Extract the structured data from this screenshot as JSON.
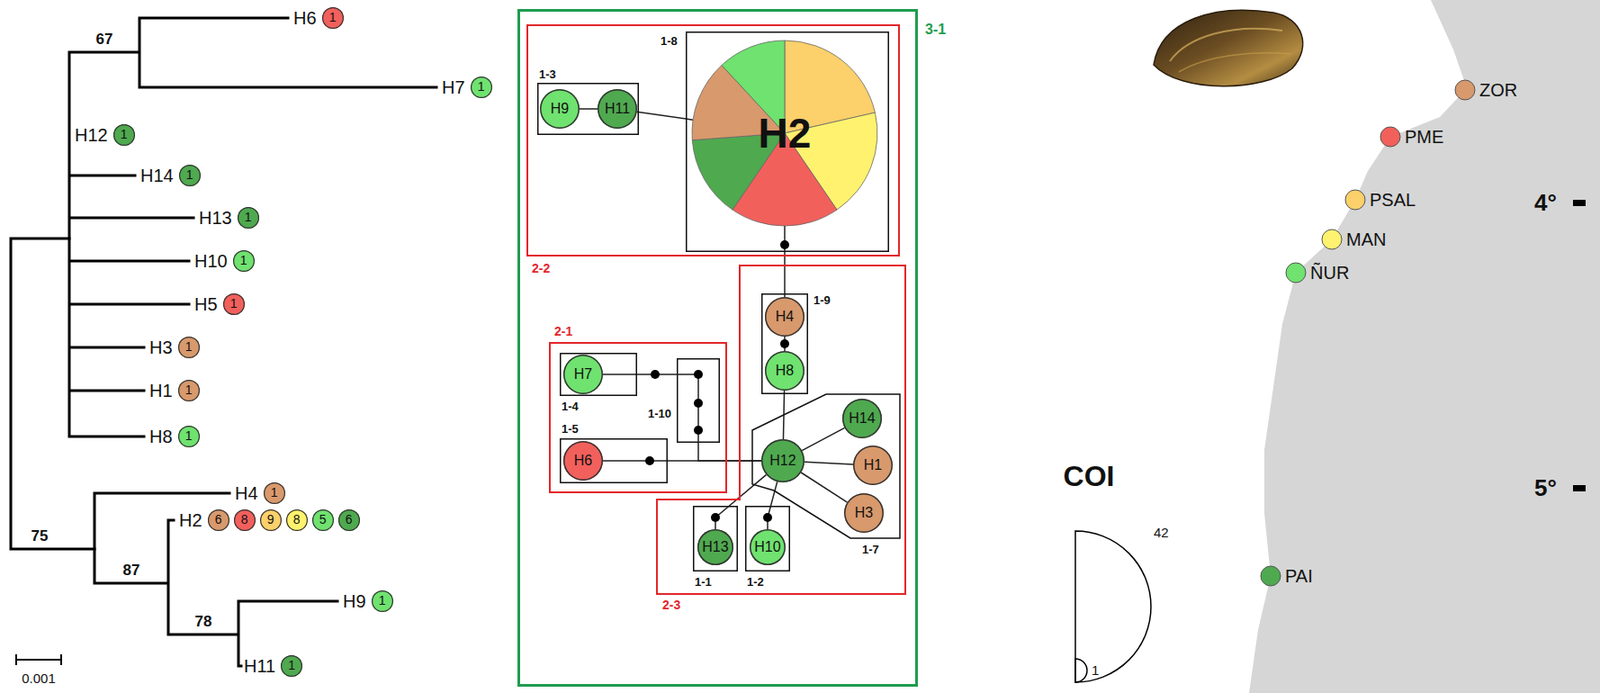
{
  "diagram": {
    "nodes": [
      {
        "text": [
          "1"
        ]
      },
      {
        "text": [
          "1"
        ]
      },
      {
        "text": [
          "1"
        ]
      },
      {
        "text": [
          "1"
        ]
      },
      {
        "text": [
          "1"
        ]
      },
      {
        "text": [
          "1"
        ]
      },
      {
        "text": [
          "1"
        ]
      },
      {
        "text": [
          "1"
        ]
      },
      {
        "text": [
          "1"
        ]
      },
      {
        "text": [
          "1"
        ]
      },
      {
        "text": [
          "1"
        ]
      },
      {
        "text": [
          "6"
        ]
      },
      {
        "text": [
          "8"
        ]
      },
      {
        "text": [
          "9"
        ]
      },
      {
        "text": [
          "8"
        ]
      },
      {
        "text": [
          "5"
        ]
      },
      {
        "text": [
          "6"
        ]
      },
      {
        "text": [
          "1"
        ]
      },
      {
        "text": [
          "1"
        ]
      },
      {
        "text": [
          "3-1"
        ]
      },
      {
        "text": [
          "2-2"
        ],
        "in": 19
      },
      {
        "text": [
          "1-3"
        ],
        "in": 20
      },
      {
        "text": [
          "H9"
        ],
        "in": 21
      },
      {
        "text": [
          "H11"
        ],
        "in": 21
      },
      {
        "text": [
          "1-8"
        ],
        "in": 20
      },
      {
        "text": [
          "H2"
        ],
        "in": 24
      },
      {
        "text": [
          "2-1"
        ],
        "in": 19
      },
      {
        "text": [
          "1-4"
        ],
        "in": 26
      },
      {
        "text": [
          "H7"
        ],
        "in": 27
      },
      {
        "text": [
          "1-10"
        ],
        "in": 26
      },
      {
        "text": [
          "1-5"
        ],
        "in": 26
      },
      {
        "text": [
          "H6"
        ],
        "in": 30
      },
      {
        "text": [
          "2-3"
        ],
        "in": 19
      },
      {
        "text": [
          "1-9"
        ],
        "in": 32
      },
      {
        "text": [
          "H4"
        ],
        "in": 33
      },
      {
        "text": [
          "H8"
        ],
        "in": 33
      },
      {
        "text": [
          "1-7"
        ],
        "in": 32
      },
      {
        "text": [
          "H12"
        ],
        "in": 36
      },
      {
        "text": [
          "H14"
        ],
        "in": 36
      },
      {
        "text": [
          "H1"
        ],
        "in": 36
      },
      {
        "text": [
          "H3"
        ],
        "in": 36
      },
      {
        "text": [
          "1-1"
        ],
        "in": 32
      },
      {
        "text": [
          "H13"
        ],
        "in": 41
      },
      {
        "text": [
          "1-2"
        ],
        "in": 32
      },
      {
        "text": [
          "H10"
        ],
        "in": 43
      }
    ],
    "edges": [
      {
        "from": 22,
        "to": 23,
        "arrow": "none"
      },
      {
        "from": 23,
        "to": 25,
        "arrow": "none"
      },
      {
        "from": 25,
        "to": 34,
        "arrow": "none"
      },
      {
        "from": 34,
        "to": 35,
        "arrow": "none"
      },
      {
        "from": 35,
        "to": 37,
        "arrow": "none"
      },
      {
        "from": 37,
        "to": 38,
        "arrow": "none"
      },
      {
        "from": 37,
        "to": 39,
        "arrow": "none"
      },
      {
        "from": 37,
        "to": 40,
        "arrow": "none"
      },
      {
        "from": 37,
        "to": 42,
        "arrow": "none"
      },
      {
        "from": 37,
        "to": 44,
        "arrow": "none"
      },
      {
        "from": 31,
        "to": 37,
        "arrow": "none"
      },
      {
        "from": 28,
        "to": 29,
        "arrow": "none"
      },
      {
        "from": 29,
        "to": 37,
        "arrow": "none"
      }
    ],
    "labels": [
      "H6",
      "H7",
      "H12",
      "H14",
      "H13",
      "H10",
      "H5",
      "H3",
      "H1",
      "H8",
      "H4",
      "H2",
      "H9",
      "H11",
      "67",
      "75",
      "87",
      "78",
      "0.001",
      "COI",
      "ZOR",
      "PME",
      "PSAL",
      "MAN",
      "ÑUR",
      "PAI",
      "4°",
      "5°"
    ],
    "legend": [
      {
        "text": "42"
      },
      {
        "text": "1"
      }
    ]
  }
}
